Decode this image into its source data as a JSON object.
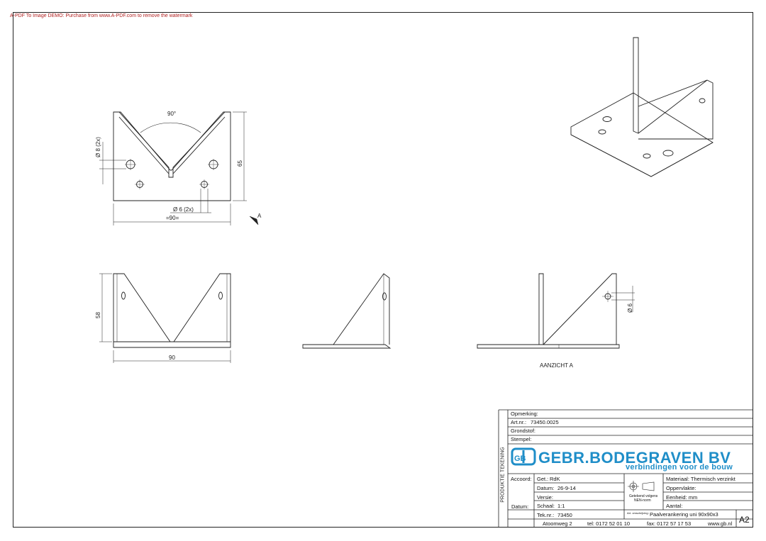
{
  "watermark": "A-PDF To Image DEMO: Purchase from www.A-PDF.com to remove the watermark",
  "views": {
    "top": {
      "angle": "90°",
      "hole_dia_1": "Ø 8 (2x)",
      "height": "65",
      "hole_dia_2": "Ø 6 (2x)",
      "width": "=90=",
      "view_marker": "A"
    },
    "front": {
      "height": "58",
      "width": "90"
    },
    "aanzicht": {
      "hole_dia": "Ø 6",
      "caption": "AANZICHT A"
    }
  },
  "title_block": {
    "side_label": "PRODUKTIE TEKENING",
    "opmerking": "Opmerking:",
    "art_nr_label": "Art.nr.:",
    "art_nr": "73450.0025",
    "grondstof": "Grondstof:",
    "stempel": "Stempel:",
    "company": "GEBR.BODEGRAVEN BV",
    "slogan": "verbindingen voor de bouw",
    "logo_mark": "GB",
    "accoord": "Accoord:",
    "datum_label": "Datum:",
    "get_label": "Get.:",
    "get": "RdK",
    "datum_field_label": "Datum:",
    "datum": "26-9-14",
    "versie": "Versie:",
    "schaal_label": "Schaal:",
    "schaal": "1:1",
    "tek_nr_label": "Tek.nr.:",
    "tek_nr": "73450",
    "getekend": "Getekend volgens",
    "nen": "NEN-norm",
    "materiaal": "Materiaal: Thermisch verzinkt",
    "oppervlakte": "Oppervlakte:",
    "eenheid": "Eenheid: mm",
    "aantal": "Aantal:",
    "omschrijving_small": "Art. omschrijving:",
    "omschrijving": "Paalverankering uni 90x90x3",
    "address": "Atoomweg 2",
    "tel": "tel: 0172 52 01 10",
    "fax": "fax: 0172 57 17 53",
    "web": "www.gb.nl",
    "sheet_size": "A2"
  },
  "colors": {
    "brand": "#1f8ec8",
    "watermark": "#b02020",
    "line": "#222222"
  }
}
